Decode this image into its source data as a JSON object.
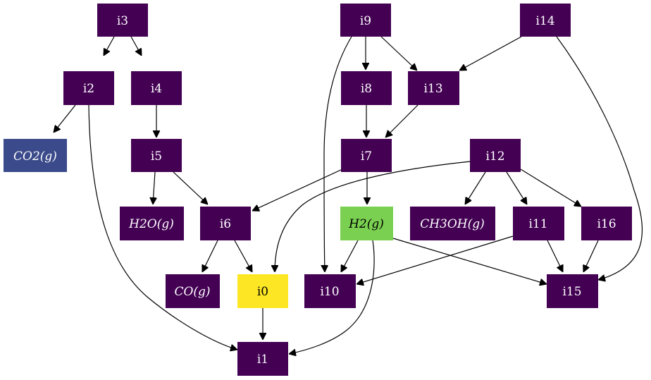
{
  "colors": {
    "intermediate": "#440154",
    "gas": "#3b4a8a",
    "source": "#fde725",
    "product": "#7ad151",
    "light_text": "#ffffff",
    "dark_text": "#000000",
    "edge": "#000000"
  },
  "nodes": {
    "i0": "i0",
    "i1": "i1",
    "i2": "i2",
    "i3": "i3",
    "i4": "i4",
    "i5": "i5",
    "i6": "i6",
    "i7": "i7",
    "i8": "i8",
    "i9": "i9",
    "i10": "i10",
    "i11": "i11",
    "i12": "i12",
    "i13": "i13",
    "i14": "i14",
    "i15": "i15",
    "i16": "i16",
    "co2": "CO2(g)",
    "h2o": "H2O(g)",
    "co": "CO(g)",
    "h2": "H2(g)",
    "ch3oh": "CH3OH(g)"
  },
  "edges": [
    [
      "i3",
      "i2"
    ],
    [
      "i3",
      "i4"
    ],
    [
      "i2",
      "co2"
    ],
    [
      "i2",
      "i1"
    ],
    [
      "i4",
      "i5"
    ],
    [
      "i5",
      "h2o"
    ],
    [
      "i5",
      "i6"
    ],
    [
      "i6",
      "co"
    ],
    [
      "i6",
      "i0"
    ],
    [
      "i0",
      "i1"
    ],
    [
      "i9",
      "i8"
    ],
    [
      "i9",
      "i13"
    ],
    [
      "i9",
      "i10"
    ],
    [
      "i14",
      "i13"
    ],
    [
      "i14",
      "i15"
    ],
    [
      "i8",
      "i7"
    ],
    [
      "i13",
      "i7"
    ],
    [
      "i7",
      "i6"
    ],
    [
      "i7",
      "h2"
    ],
    [
      "i12",
      "i0"
    ],
    [
      "i12",
      "ch3oh"
    ],
    [
      "i12",
      "i11"
    ],
    [
      "i12",
      "i16"
    ],
    [
      "h2",
      "i10"
    ],
    [
      "h2",
      "i1"
    ],
    [
      "h2",
      "i15"
    ],
    [
      "i11",
      "i10"
    ],
    [
      "i11",
      "i15"
    ],
    [
      "i16",
      "i15"
    ]
  ]
}
